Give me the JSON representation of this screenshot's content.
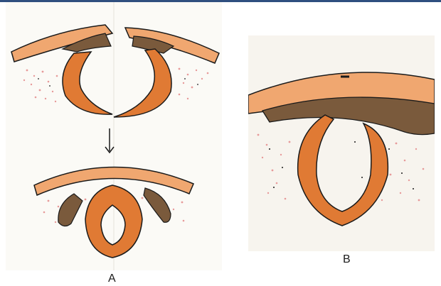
{
  "panels": [
    {
      "id": "A",
      "label": "A"
    },
    {
      "id": "B",
      "label": "B"
    }
  ],
  "colors": {
    "outline": "#1a1a1a",
    "skin_orange": "#f0a770",
    "skin_light": "#f6c28e",
    "tissue_orange": "#e07a34",
    "tissue_brown": "#7a5a3c",
    "dots_pink": "#e79a9a",
    "paper": "#fbfaf6"
  }
}
